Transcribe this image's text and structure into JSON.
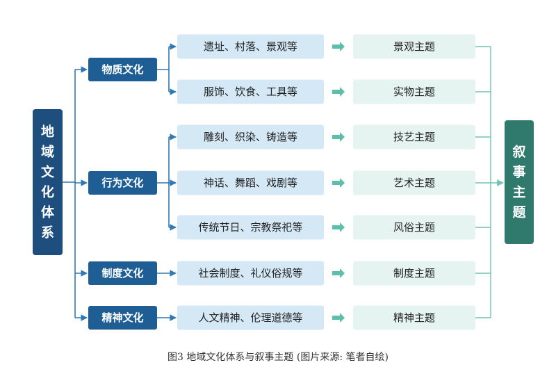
{
  "root": {
    "chars": [
      "地",
      "域",
      "文",
      "化",
      "体",
      "系"
    ]
  },
  "target": {
    "chars": [
      "叙",
      "事",
      "主",
      "题"
    ]
  },
  "categories": [
    {
      "label": "物质文化",
      "items": [
        {
          "desc": "遗址、村落、景观等",
          "theme": "景观主题"
        },
        {
          "desc": "服饰、饮食、工具等",
          "theme": "实物主题"
        }
      ]
    },
    {
      "label": "行为文化",
      "items": [
        {
          "desc": "雕刻、织染、铸造等",
          "theme": "技艺主题"
        },
        {
          "desc": "神话、舞蹈、戏剧等",
          "theme": "艺术主题"
        },
        {
          "desc": "传统节日、宗教祭祀等",
          "theme": "风俗主题"
        }
      ]
    },
    {
      "label": "制度文化",
      "items": [
        {
          "desc": "社会制度、礼仪俗规等",
          "theme": "制度主题"
        }
      ]
    },
    {
      "label": "精神文化",
      "items": [
        {
          "desc": "人文精神、伦理道德等",
          "theme": "精神主题"
        }
      ]
    }
  ],
  "caption": "图3 地域文化体系与叙事主题 (图片来源: 笔者自绘)",
  "colors": {
    "root_fill": "#1d4e7e",
    "category_fill": "#1f5e94",
    "desc_fill": "#d4e8f6",
    "theme_fill": "#e6f4f1",
    "target_fill": "#2f7a6d",
    "connector_blue": "#2f78b3",
    "connector_teal": "#6fc4b4",
    "arrow_fill": "#5bbfaa",
    "dark_text": "#222222",
    "light_text": "#ffffff"
  }
}
